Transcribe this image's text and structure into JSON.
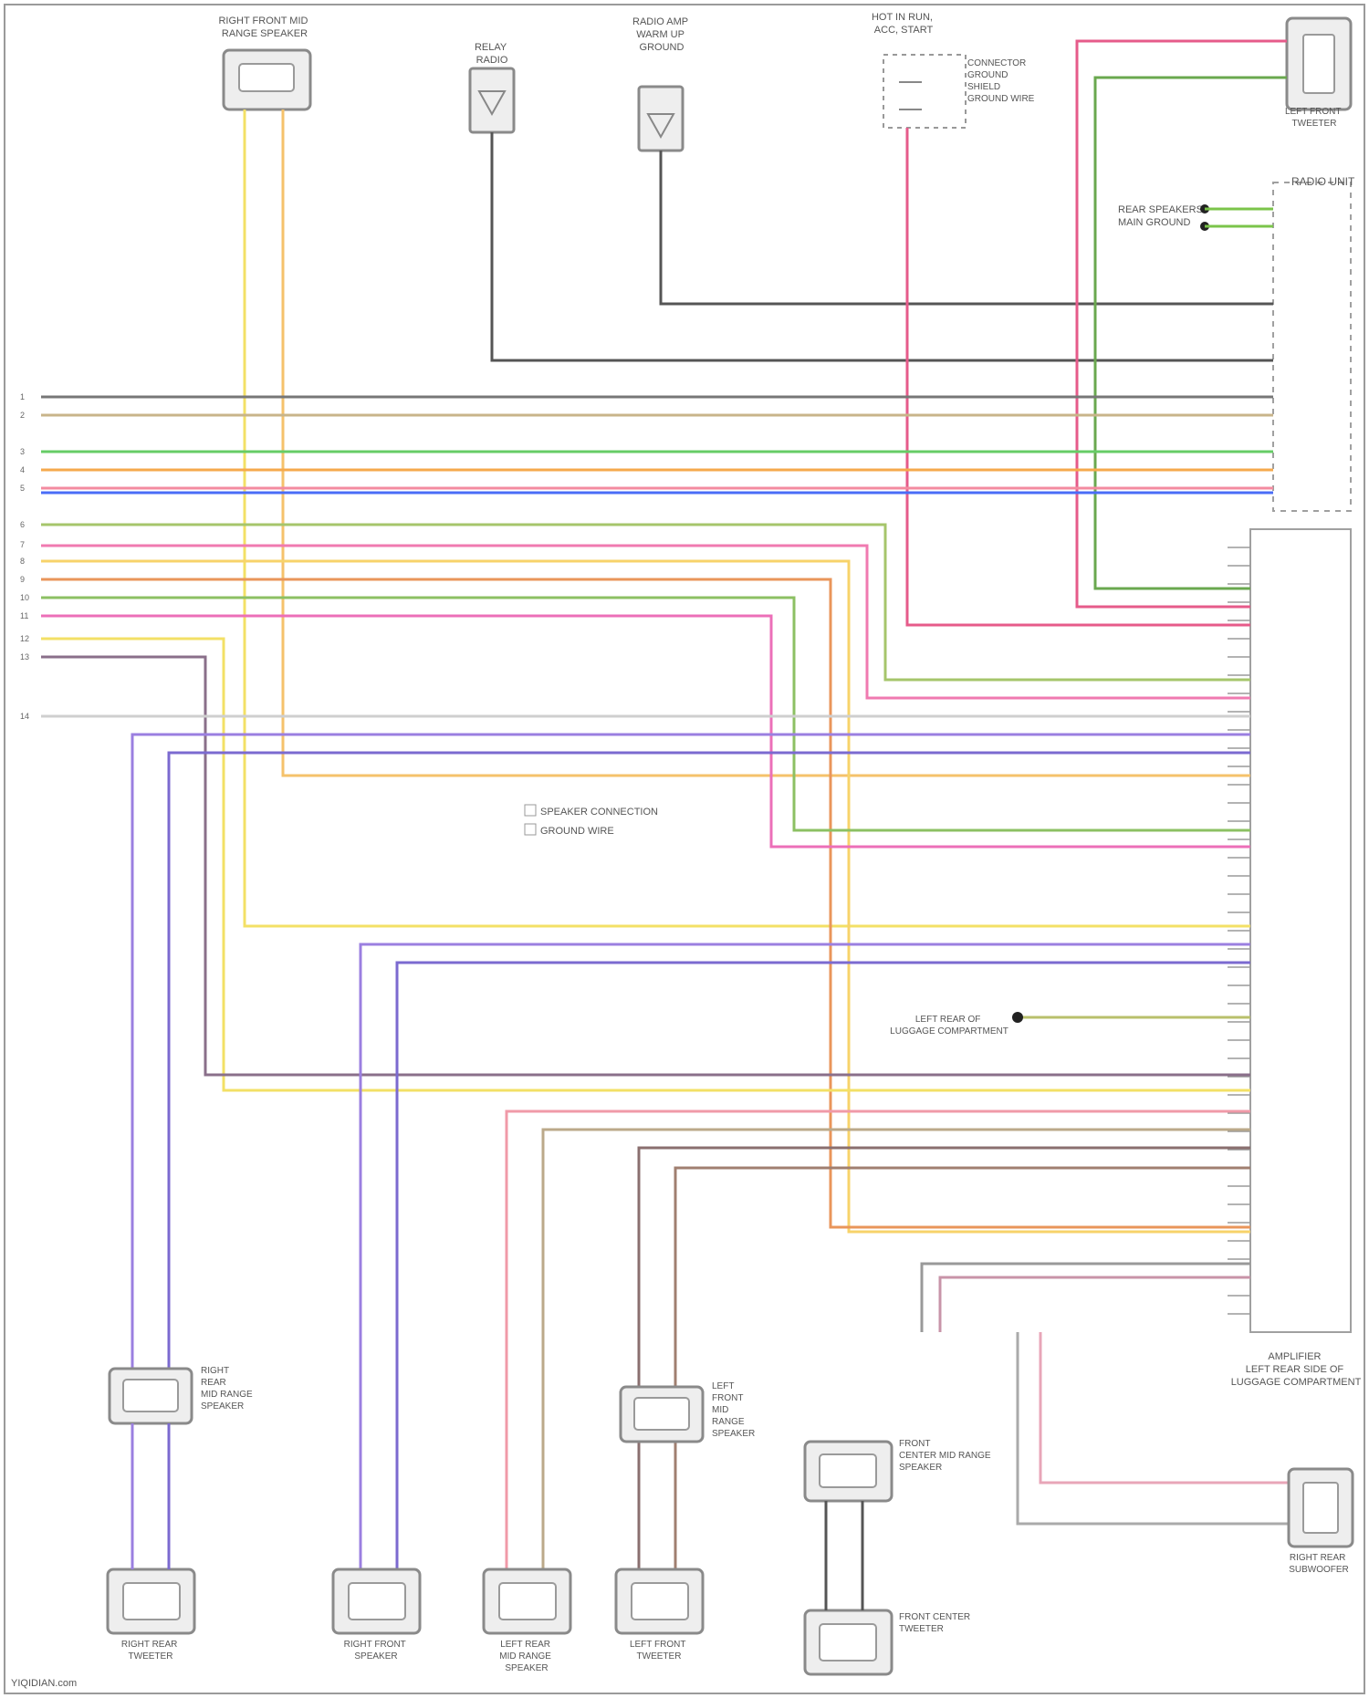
{
  "footer": "YIQIDIAN.com",
  "components": {
    "top_speaker": "RIGHT FRONT MID RANGE SPEAKER",
    "fuse_left": "RELAY RADIO",
    "fuse_mid": "RADIO AMP WARM UP GROUND",
    "relay": "HOT IN RUN, ACC, START",
    "relay_note": "CONNECTOR\nGROUND\nSHIELD\nGROUND WIRE",
    "left_tweeter": "LEFT FRONT TWEETER",
    "radio_unit": "RADIO UNIT",
    "radio_note": "REAR SPEAKERS\nMAIN GROUND",
    "amp": "AMPLIFIER",
    "amp_footer": "LEFT REAR SIDE OF LUGGAGE COMPARTMENT",
    "ground_note": "LEFT REAR OF LUGGAGE COMPARTMENT",
    "legend_1": "SPEAKER CONNECTION",
    "legend_2": "GROUND WIRE",
    "rr_midrange": "RIGHT REAR MID RANGE SPEAKER",
    "lf_midrange": "LEFT FRONT MID RANGE SPEAKER",
    "front_center": "FRONT CENTER MID RANGE SPEAKER",
    "rr_subwoofer": "RIGHT REAR SUBWOOFER",
    "front_center_tweeter": "FRONT CENTER TWEETER",
    "b1": "RIGHT REAR TWEETER",
    "b2": "RIGHT FRONT SPEAKER",
    "b3": "LEFT REAR MID RANGE SPEAKER",
    "b4": "LEFT FRONT TWEETER"
  }
}
